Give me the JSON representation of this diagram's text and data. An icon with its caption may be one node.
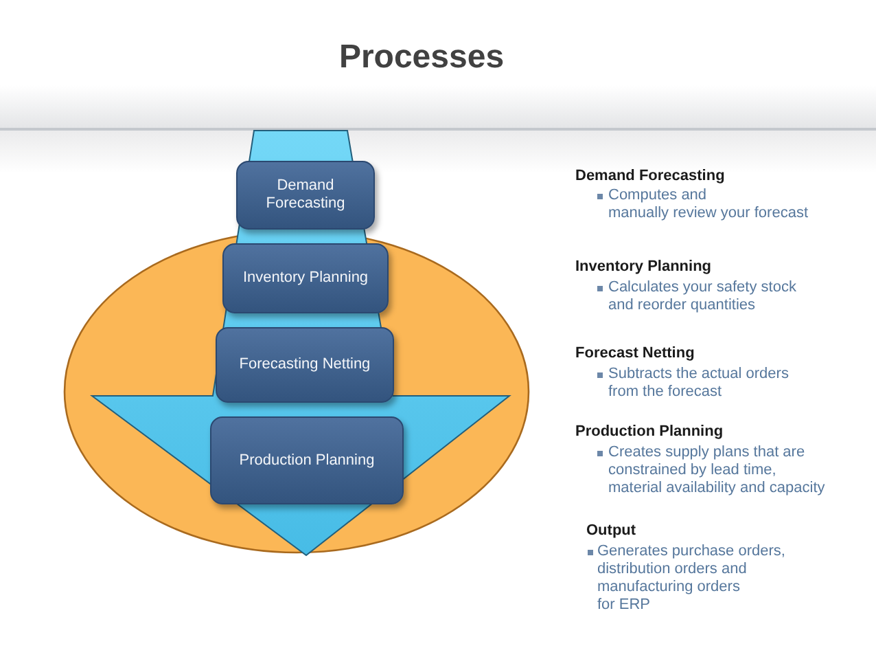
{
  "diagram": {
    "title": "Processes",
    "nodes": [
      {
        "text": [
          "Demand Forecasting"
        ]
      },
      {
        "text": [
          "Inventory Planning"
        ]
      },
      {
        "text": [
          "Forecasting Netting"
        ]
      },
      {
        "text": [
          "Production Planning"
        ]
      }
    ],
    "labels": [
      "Demand Forecasting",
      "Computes and manually review your forecast",
      "Inventory Planning",
      "Calculates your safety stock and reorder quantities",
      "Forecast Netting",
      "Subtracts the actual orders from the forecast",
      "Production Planning",
      "Creates supply plans that are constrained by lead time, material availability and capacity",
      "Output",
      "Generates purchase orders, distribution orders and manufacturing orders for ERP"
    ]
  }
}
